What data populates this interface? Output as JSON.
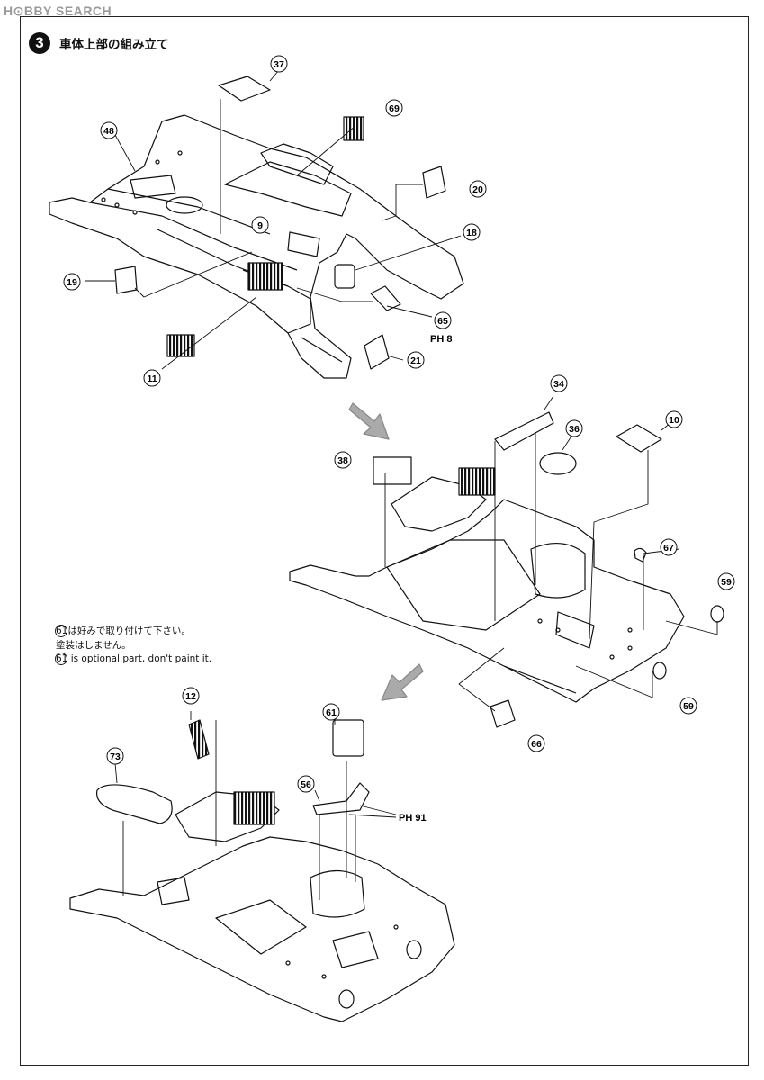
{
  "watermark": "H⊙BBY SEARCH",
  "step": {
    "number": "3",
    "title": "車体上部の組み立て"
  },
  "note": {
    "line1": "61は好みで取り付けて下さい。",
    "line2": "塗装はしません。",
    "line3": "61 is optional part, don't paint it."
  },
  "parts": [
    "37",
    "69",
    "48",
    "20",
    "9",
    "18",
    "19",
    "65",
    "21",
    "11",
    "34",
    "10",
    "36",
    "38",
    "67",
    "59",
    "59",
    "66",
    "12",
    "61",
    "73",
    "56"
  ],
  "refs": {
    "ph8": "PH 8",
    "ph91": "PH 91"
  }
}
